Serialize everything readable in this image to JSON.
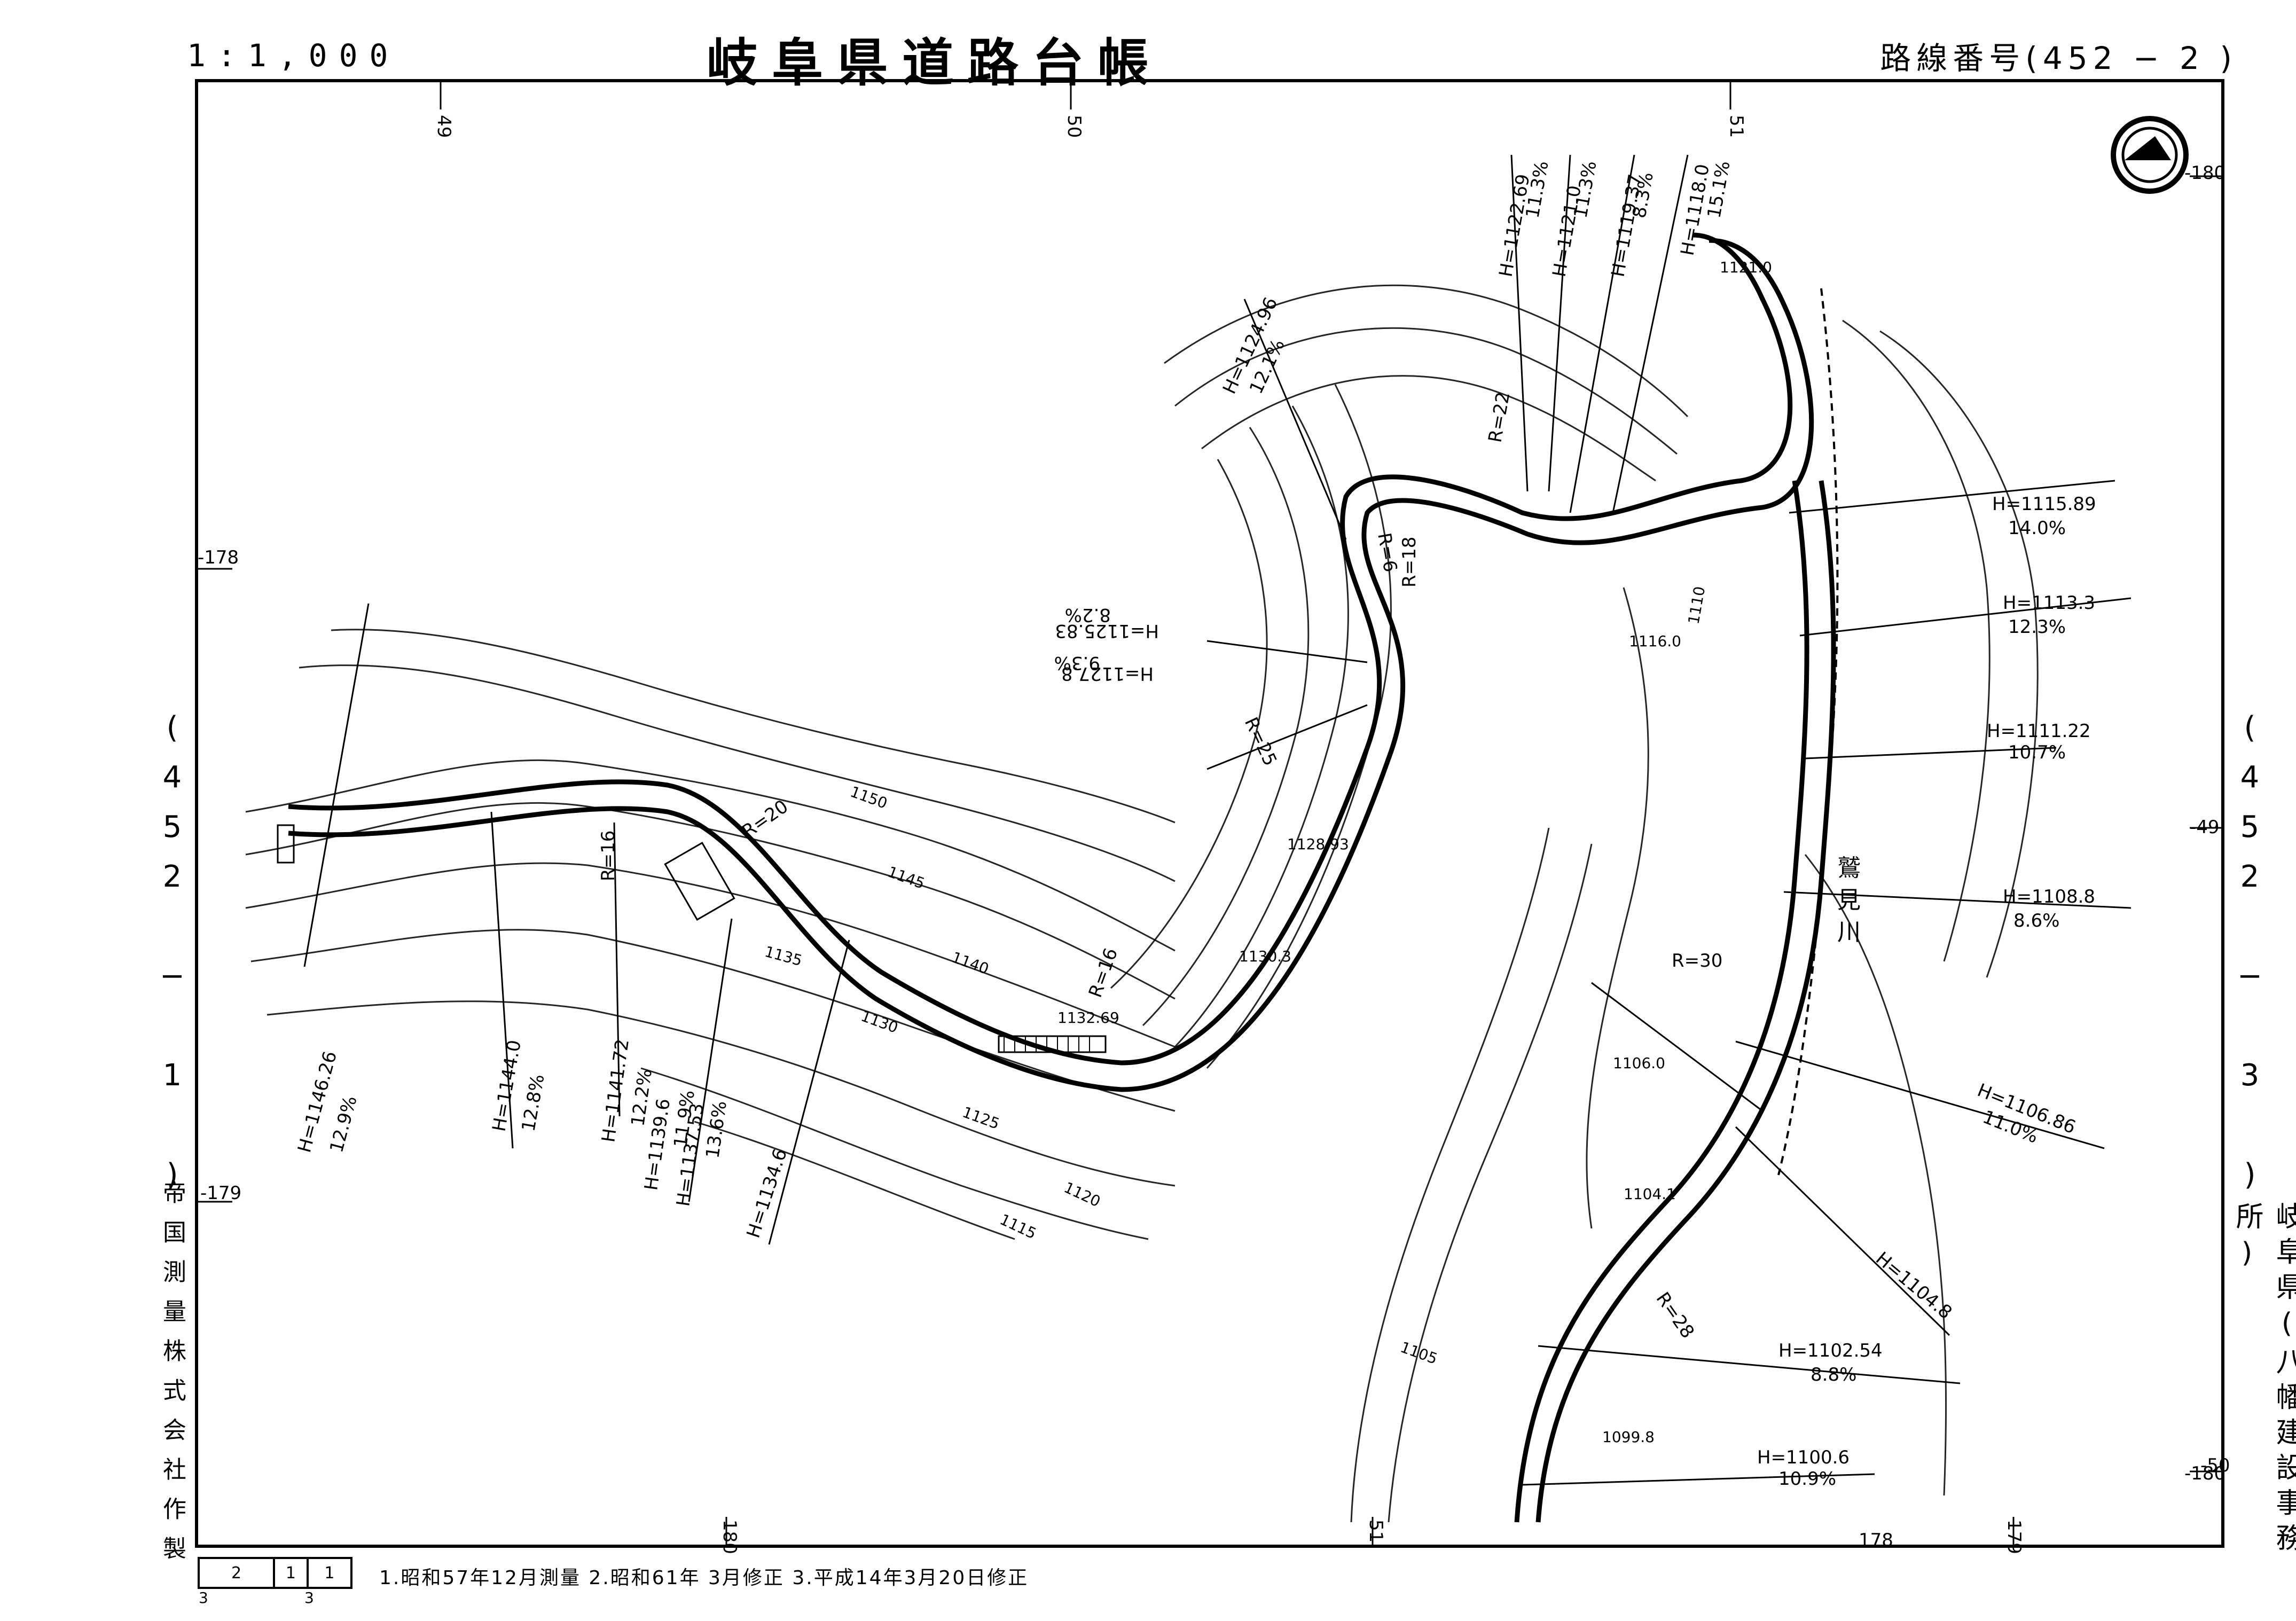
{
  "header": {
    "scale": "1:1,000",
    "title": "岐阜県道路台帳",
    "route_number": "路線番号(452 − 2 )"
  },
  "sheet_links": {
    "left": "(452 − 1 )",
    "right": "(452 − 3 )"
  },
  "footer": {
    "maker": "帝国測量株式会社作製",
    "office": "岐阜県(八幡建設事務所)",
    "revision_history": "1.昭和57年12月測量 2.昭和61年 3月修正 3.平成14年3月20日修正",
    "legend_cells": [
      "2",
      "1",
      "1"
    ],
    "legend_sub": [
      "3",
      "3"
    ]
  },
  "grid_labels": [
    "49",
    "50",
    "51",
    "-178",
    "-179",
    "-180",
    "-49",
    "-50",
    "180",
    "51",
    "178",
    "179",
    "-180"
  ],
  "elevations": [
    "H=1146.26",
    "12.9%",
    "H=1144.0",
    "12.8%",
    "H=1141.72",
    "12.2%",
    "H=1139.6",
    "11.9%",
    "H=1137.53",
    "13.6%",
    "H=1134.6",
    "H=1127.8",
    "9.3%",
    "H=1125.83",
    "8.2%",
    "H=1124.96",
    "12.1%",
    "H=1122.69",
    "11.3%",
    "H=1121.0",
    "11.3%",
    "H=1119.37",
    "8.3%",
    "H=1118.0",
    "15.1%",
    "H=1115.89",
    "14.0%",
    "H=1113.3",
    "12.3%",
    "H=1111.22",
    "10.7%",
    "H=1108.8",
    "8.6%",
    "H=1106.86",
    "11.0%",
    "H=1104.8",
    "H=1102.54",
    "8.8%",
    "H=1100.6",
    "10.9%"
  ],
  "spot_heights": [
    "1121.0",
    "1116.0",
    "1128.93",
    "1130.3",
    "1132.69",
    "1106.0",
    "1104.1",
    "1099.8"
  ],
  "contour_labels": [
    "1150",
    "1145",
    "1140",
    "1135",
    "1130",
    "1125",
    "1120",
    "1115",
    "1110",
    "1105"
  ],
  "curve_labels": [
    "R=20",
    "R=16",
    "R=16",
    "R=25",
    "R=18",
    "R=6",
    "R=22",
    "R=30",
    "R=28"
  ],
  "river_label": "鷲見川",
  "compass_icon": "north-arrow-icon"
}
